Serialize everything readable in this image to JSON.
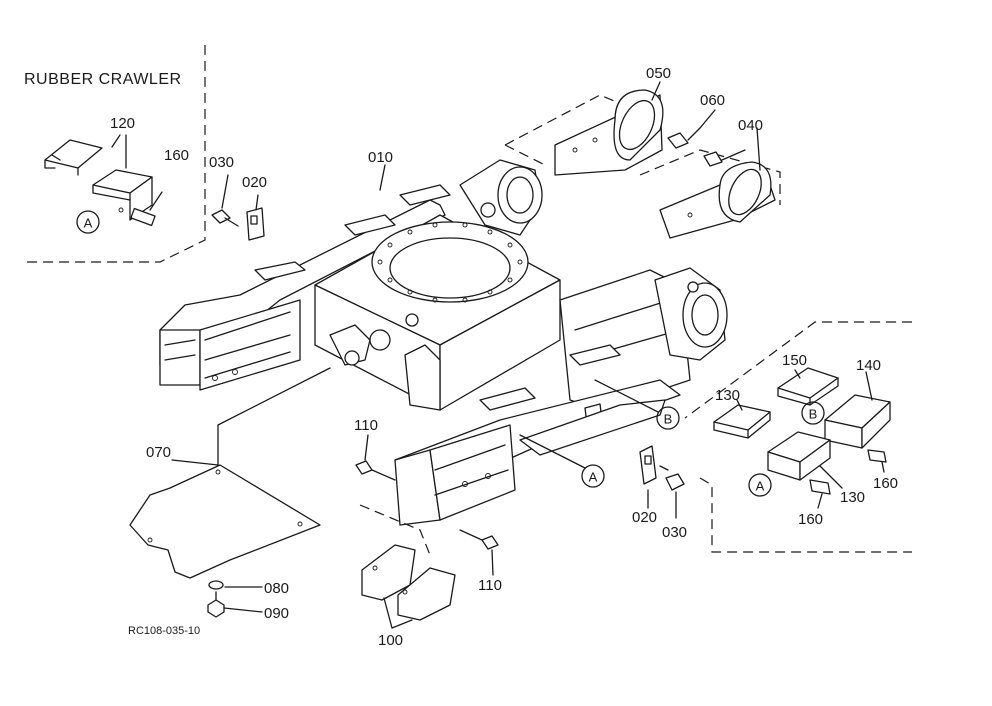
{
  "title": "RUBBER CRAWLER",
  "drawing_ref": "RC108-035-10",
  "parts": [
    {
      "no": "010"
    },
    {
      "no": "020"
    },
    {
      "no": "030"
    },
    {
      "no": "040"
    },
    {
      "no": "050"
    },
    {
      "no": "060"
    },
    {
      "no": "070"
    },
    {
      "no": "080"
    },
    {
      "no": "090"
    },
    {
      "no": "100"
    },
    {
      "no": "110"
    },
    {
      "no": "120"
    },
    {
      "no": "130"
    },
    {
      "no": "140"
    },
    {
      "no": "150"
    },
    {
      "no": "160"
    }
  ],
  "markers": {
    "a": "A",
    "b": "B"
  }
}
